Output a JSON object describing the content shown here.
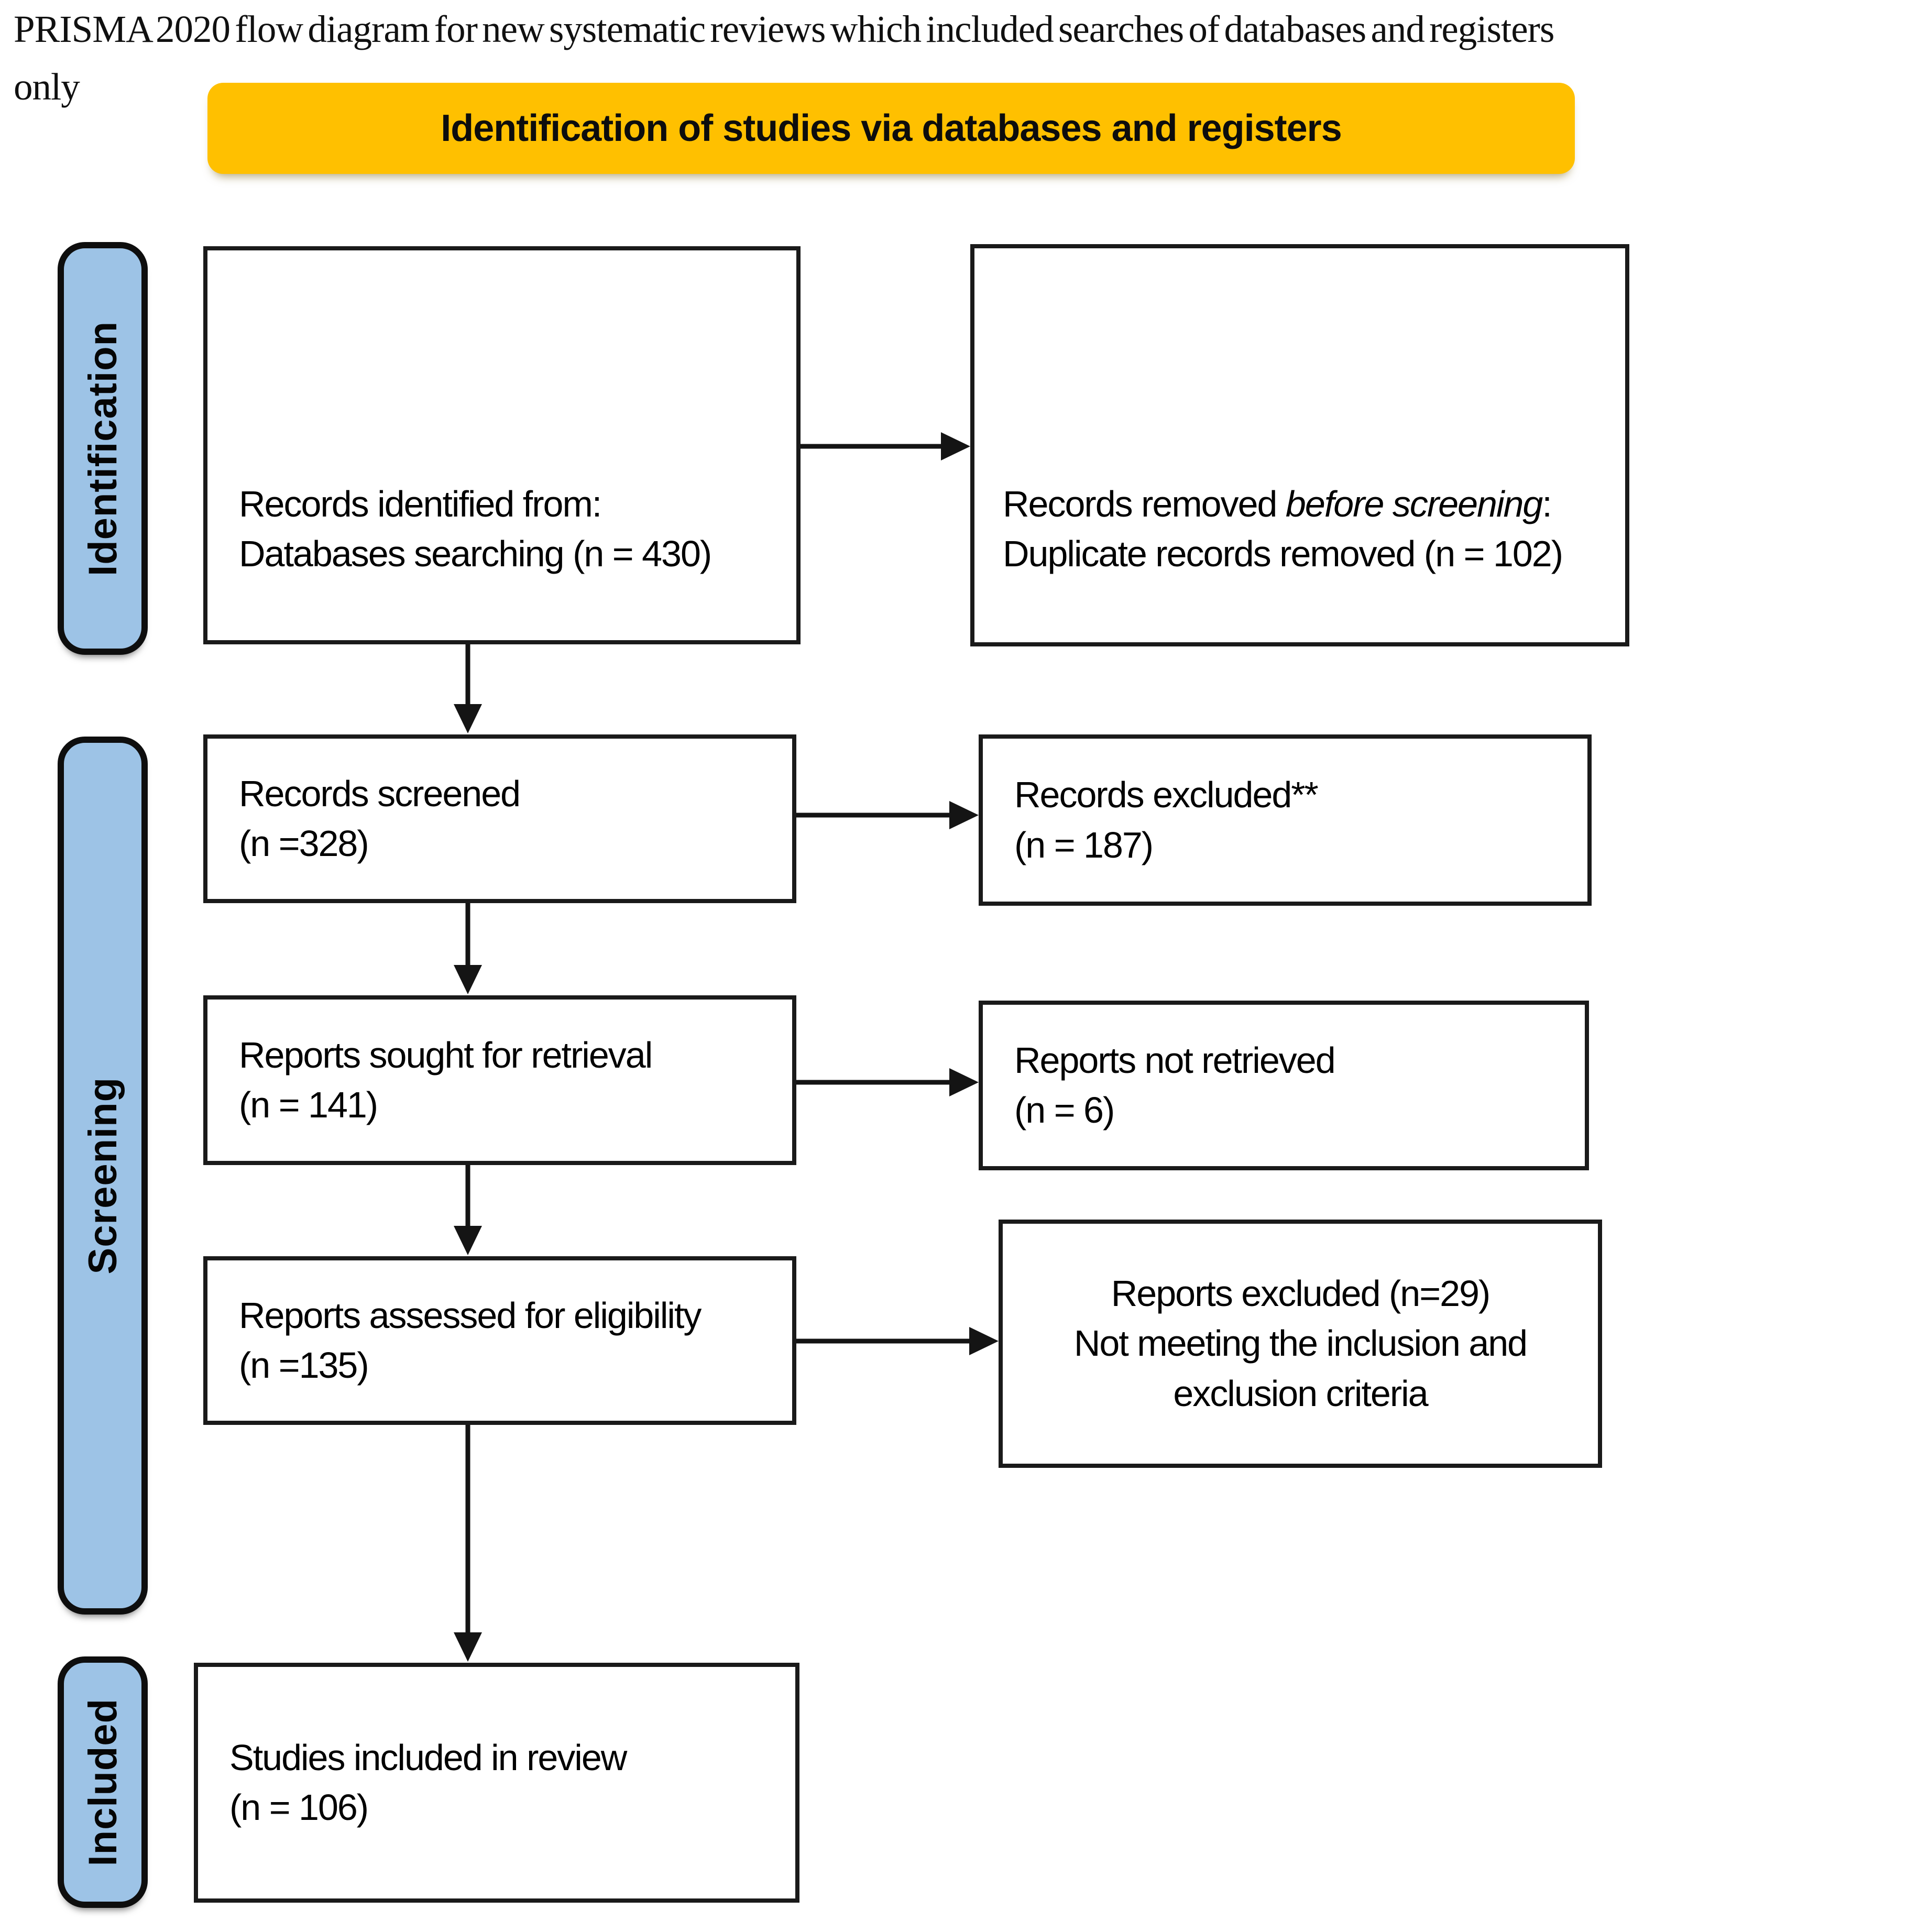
{
  "header": {
    "title_line1": "PRISMA 2020 flow diagram for new systematic reviews which included searches of databases and registers",
    "title_line2": "only"
  },
  "banner": {
    "label": "Identification of studies via databases and registers",
    "fill": "#FFC000"
  },
  "stages": {
    "fill": "#9DC3E6",
    "identification": "Identification",
    "screening": "Screening",
    "included": "Included"
  },
  "boxes": {
    "identified": {
      "line1": "Records identified from:",
      "line2": "Databases searching (n = 430)",
      "n": 430
    },
    "removed": {
      "line1_prefix": "Records removed ",
      "line1_italic": "before screening",
      "line1_suffix": ":",
      "line2": "Duplicate records removed (n = 102)",
      "n": 102
    },
    "screened": {
      "line1": "Records screened",
      "line2": "(n =328)",
      "n": 328
    },
    "excluded": {
      "line1": "Records excluded**",
      "line2": "(n = 187)",
      "n": 187
    },
    "sought": {
      "line1": "Reports sought for retrieval",
      "line2": "(n = 141)",
      "n": 141
    },
    "not_retrieved": {
      "line1": "Reports not retrieved",
      "line2": "(n = 6)",
      "n": 6
    },
    "assessed": {
      "line1": "Reports assessed for eligibility",
      "line2": "(n =135)",
      "n": 135
    },
    "reports_excluded": {
      "line1": "Reports excluded (n=29)",
      "line2": "Not meeting the inclusion and",
      "line3": "exclusion criteria",
      "n": 29
    },
    "included_in_review": {
      "line1": "Studies included in review",
      "line2": "(n = 106)",
      "n": 106
    }
  }
}
